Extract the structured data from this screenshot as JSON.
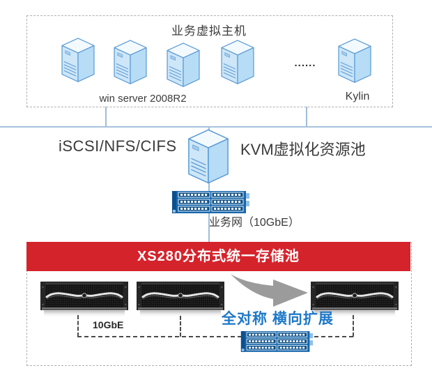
{
  "palette": {
    "banner_red": "#d5232c",
    "icon_blue_fill": "#cde6f8",
    "icon_blue_stroke": "#5b9bd5",
    "switch_blue": "#1767ac",
    "link_line_blue": "#9fbdda",
    "accent_text_blue": "#1e78c8",
    "text_dark": "#3a3a3a",
    "arrow_gray": "#9b9b9b"
  },
  "vm_hosts_box": {
    "title": "业务虚拟主机",
    "ellipsis": "......",
    "labels": {
      "win": "win server 2008R2",
      "kylin": "Kylin"
    }
  },
  "middle_tier": {
    "protocols_label": "iSCSI/NFS/CIFS",
    "kvm_pool_label": "KVM虚拟化资源池",
    "business_network_label": "业务网（10GbE）"
  },
  "storage_pool_box": {
    "banner_title": "XS280分布式统一存储池",
    "interconnect_label": "10GbE",
    "scale_out_label": "全对称 横向扩展"
  },
  "icons": {
    "server": "isometric-server-tower",
    "switch": "rack-network-switch",
    "storage_array": "disk-array-2u",
    "arrow": "scale-out-swoosh-arrow"
  }
}
